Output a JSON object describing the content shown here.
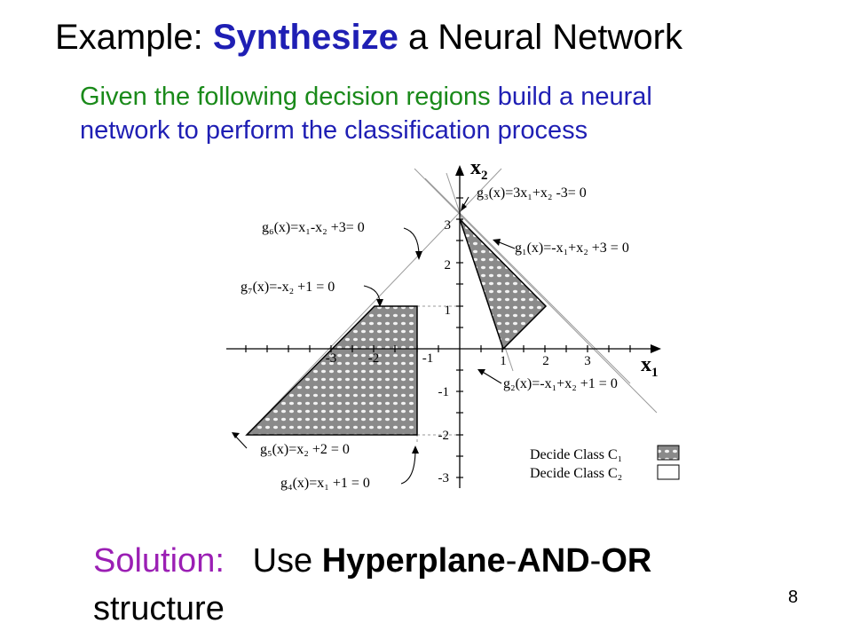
{
  "title": {
    "prefix": "Example: ",
    "highlight": "Synthesize",
    "suffix": " a Neural Network"
  },
  "intro": {
    "green": "Given the following decision regions",
    "blue": "build a neural network to perform the classification process"
  },
  "diagram": {
    "axis_labels": {
      "x": "x",
      "x_sub": "1",
      "y": "x",
      "y_sub": "2"
    },
    "x_ticks": [
      "-3",
      "-2",
      "-1",
      "1",
      "2",
      "3"
    ],
    "y_ticks": [
      "3",
      "2",
      "1",
      "-1",
      "-2",
      "-3"
    ],
    "equations": {
      "g1": "g₁(x)=-x₁+x₂ +3 = 0",
      "g2": "g₂(x)=-x₁+x₂ +1 = 0",
      "g3": "g₃(x)=3x₁+x₂ -3= 0",
      "g4": "g₄(x)=x₁ +1 = 0",
      "g5": "g₅(x)=x₂ +2 = 0",
      "g6": "g₆(x)=x₁-x₂ +3= 0",
      "g7": "g₇(x)=-x₂ +1 = 0"
    },
    "legend": {
      "class1": "Decide Class C₁",
      "class2": "Decide Class C₂"
    },
    "colors": {
      "region_fill": "#8a8a8a",
      "pattern_dot": "#f2f2f2",
      "line": "#777777"
    }
  },
  "solution": {
    "label": "Solution:",
    "text_pre": "Use ",
    "bold1": "Hyperplane",
    "dash1": "-",
    "bold2": "AND",
    "dash2": "-",
    "bold3": "OR",
    "text_post": " structure"
  },
  "page_number": "8"
}
